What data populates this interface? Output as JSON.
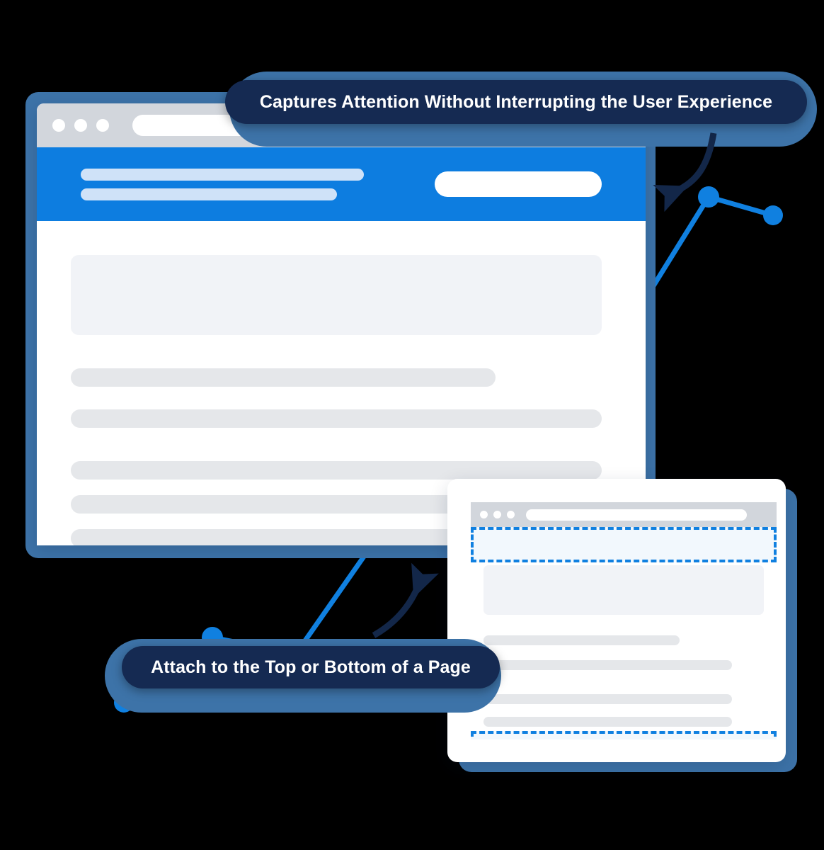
{
  "illustration": {
    "title": "Sticky bar attention illustration",
    "background_color": "#000000",
    "accent_blue": "#0d7de0",
    "frame_blue": "#3d73a8",
    "navy": "#152a52"
  },
  "callouts": [
    {
      "id": "top",
      "label": "Captures Attention Without Interrupting the User Experience"
    },
    {
      "id": "bottom",
      "label": "Attach to the Top or Bottom of a Page"
    }
  ],
  "main_window": {
    "traffic_lights": [
      "close-dot",
      "minimize-dot",
      "maximize-dot"
    ],
    "url_bar": {
      "value": "",
      "placeholder": ""
    },
    "promo_banner": {
      "headline_bar": "",
      "subline_bar": "",
      "cta_label": ""
    },
    "content": {
      "hero_block": "",
      "text_bars": [
        "",
        "",
        "",
        "",
        "",
        ""
      ]
    }
  },
  "small_window": {
    "traffic_lights": [
      "close-dot",
      "minimize-dot",
      "maximize-dot"
    ],
    "url_bar": {
      "value": "",
      "placeholder": ""
    },
    "top_zone": {
      "label": "",
      "style": "dashed-highlight"
    },
    "bottom_zone": {
      "label": "",
      "style": "dashed-highlight"
    },
    "content": {
      "hero_block": "",
      "text_bars": [
        "",
        "",
        "",
        "",
        ""
      ]
    }
  },
  "decor": {
    "arrow_top": "curved-arrow-down-left",
    "arrow_bottom": "curved-arrow-up-right",
    "polyline_top": "blue-node-line",
    "polyline_bottom": "blue-node-line"
  }
}
